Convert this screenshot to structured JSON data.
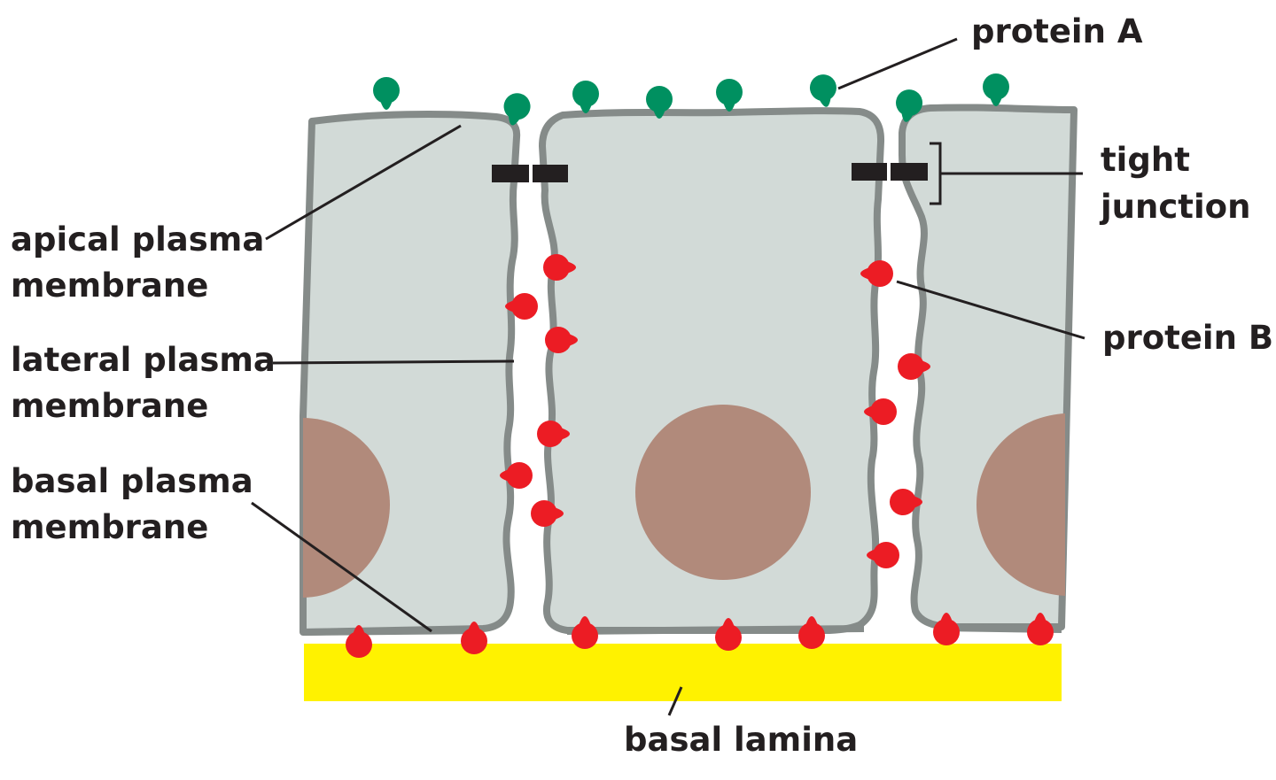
{
  "labels": {
    "protein_a": "protein A",
    "tight_junction_line1": "tight",
    "tight_junction_line2": "junction",
    "apical_line1": "apical plasma",
    "apical_line2": "membrane",
    "lateral_line1": "lateral plasma",
    "lateral_line2": "membrane",
    "basal_line1": "basal plasma",
    "basal_line2": "membrane",
    "protein_b": "protein B",
    "basal_lamina": "basal lamina"
  },
  "colors": {
    "cytoplasm": "#d2dad7",
    "membrane": "#858b89",
    "nucleus": "#b18a7b",
    "protein_a": "#009060",
    "protein_b": "#ec1c24",
    "basal_lamina": "#fff200",
    "tight_junction": "#231f20",
    "leader_line": "#231f20",
    "text": "#231f20"
  }
}
